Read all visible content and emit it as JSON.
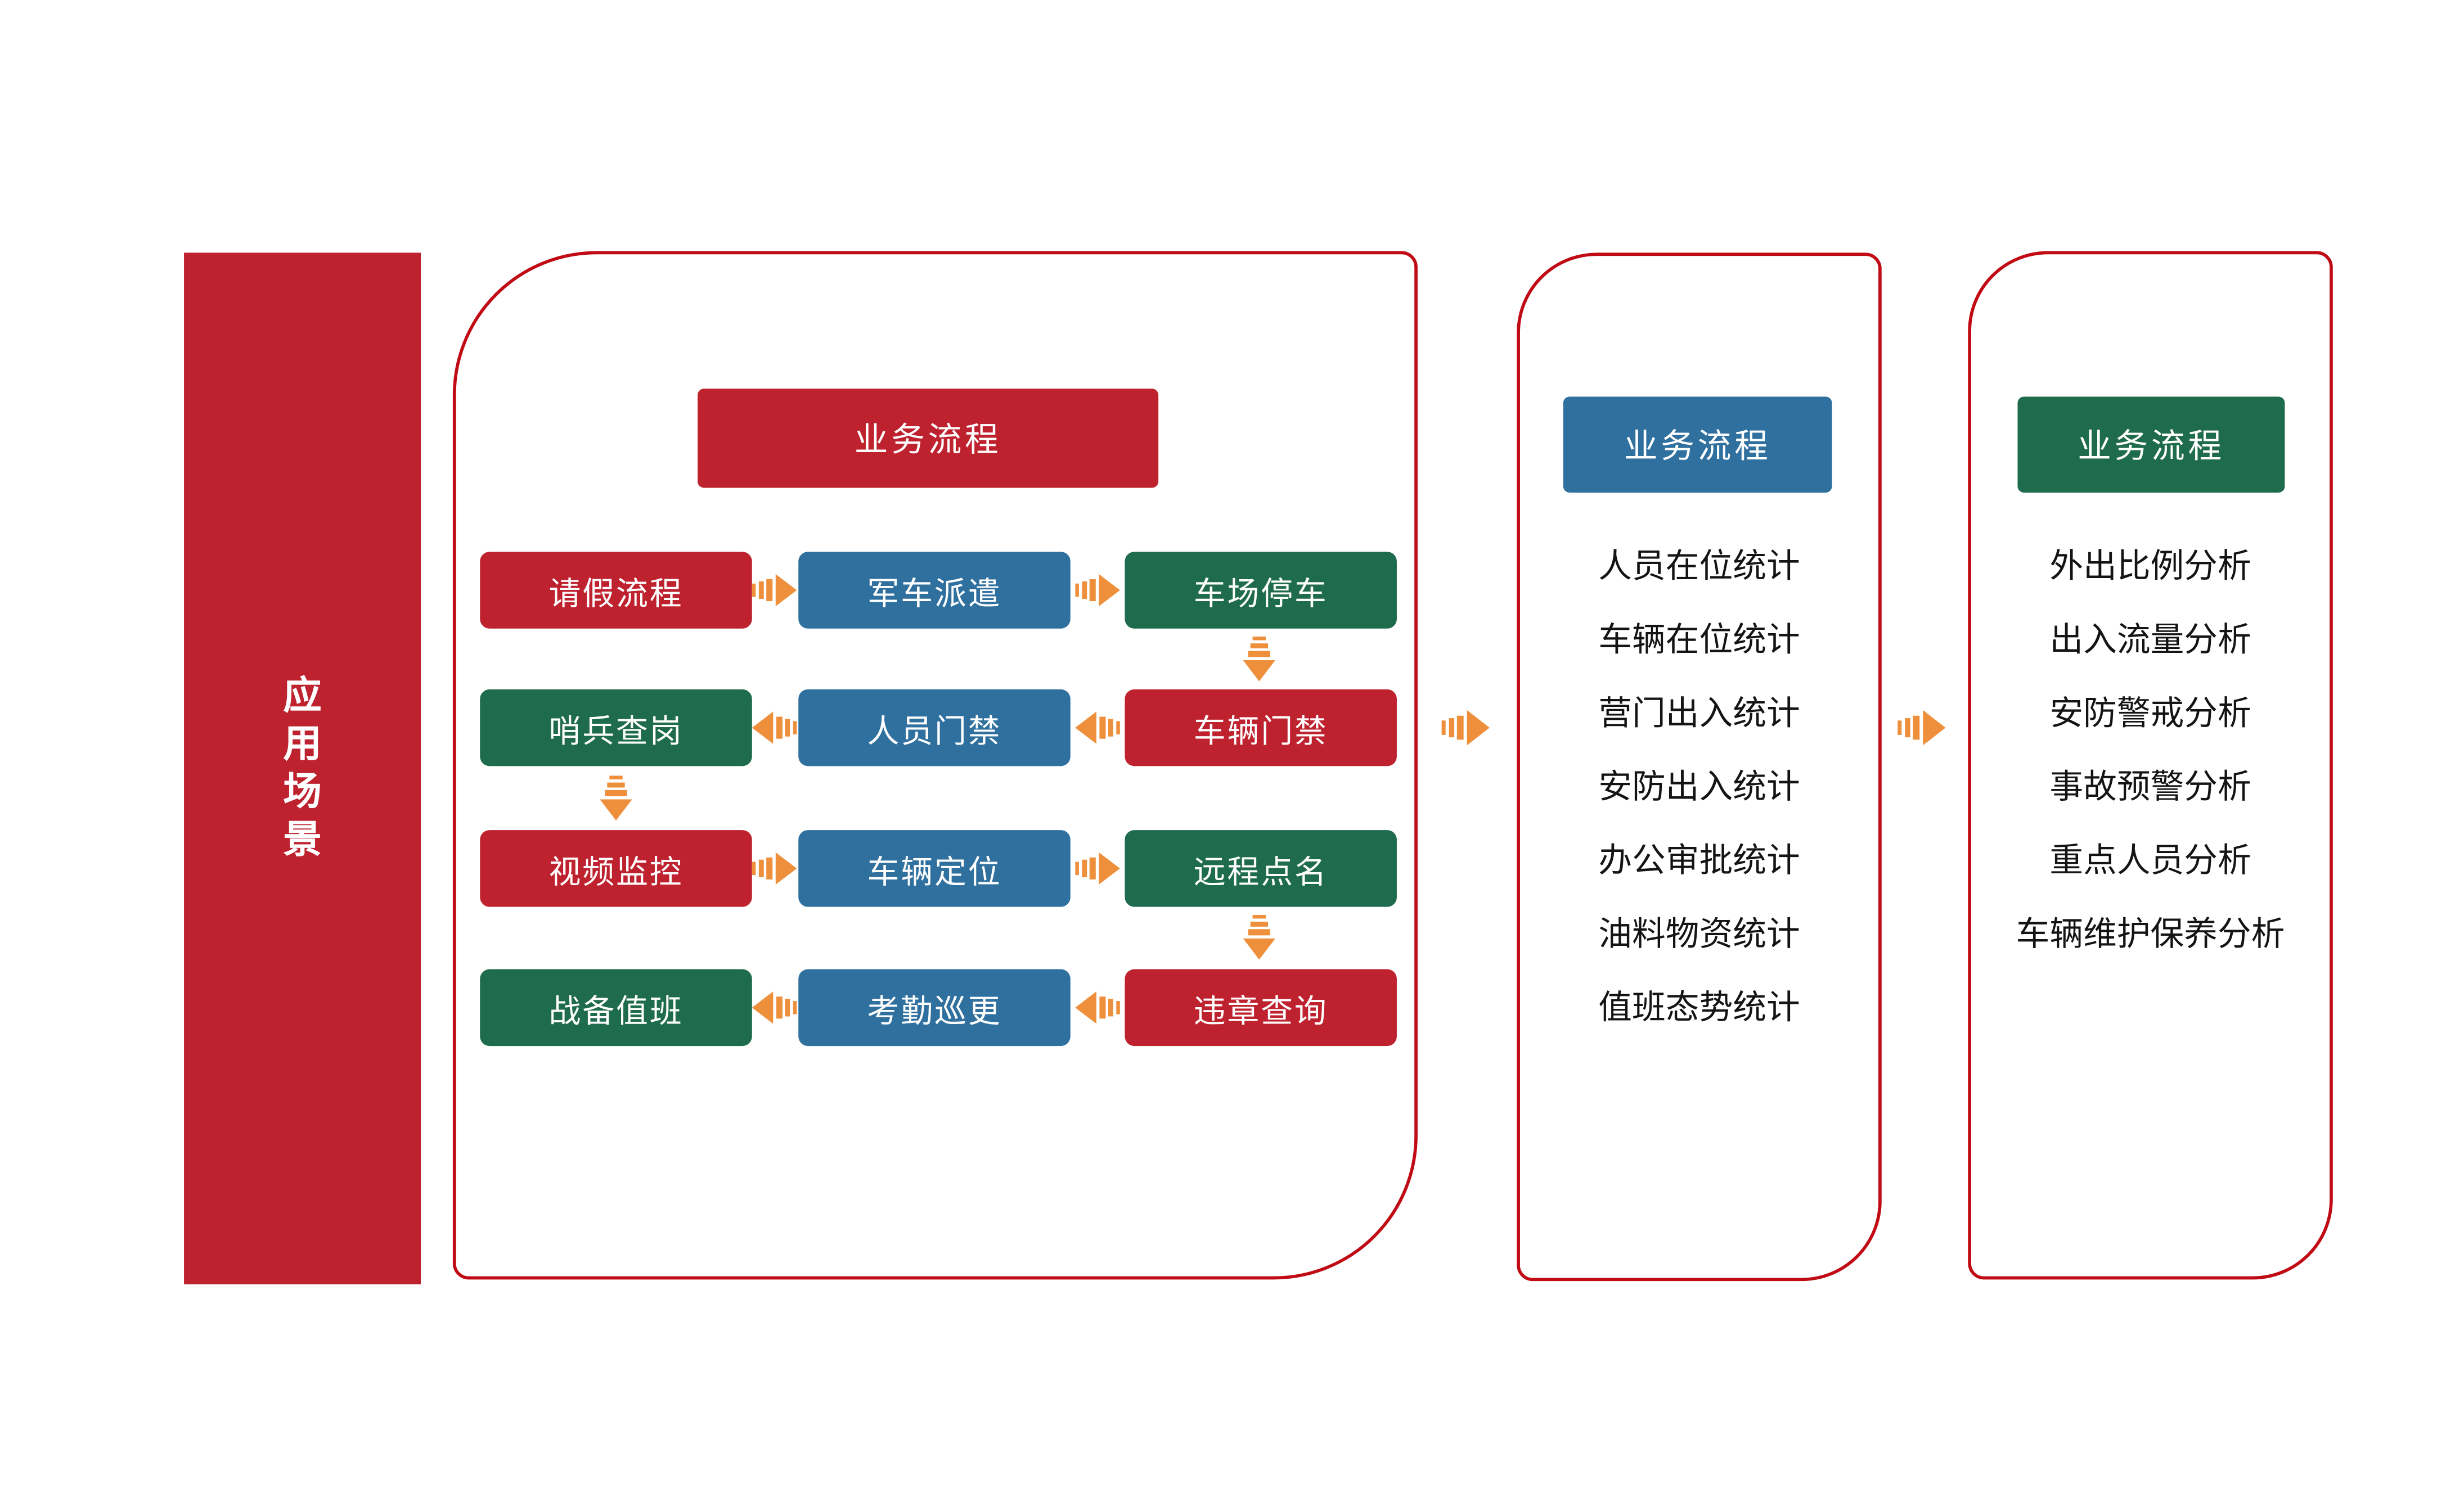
{
  "colors": {
    "red": "#be222f",
    "green": "#1f6b4d",
    "blue": "#2f709e",
    "orange": "#ee8f3b",
    "border_red": "#c00a14",
    "ink": "#141414",
    "white": "#ffffff"
  },
  "left_bar": {
    "chars": [
      "应",
      "用",
      "场",
      "景"
    ]
  },
  "flow_panel": {
    "header": {
      "label": "业务流程",
      "color": "#be222f"
    },
    "rows": [
      {
        "arrow_dir": "right",
        "cells": [
          {
            "label": "请假流程",
            "color": "red"
          },
          {
            "label": "军车派遣",
            "color": "blue"
          },
          {
            "label": "车场停车",
            "color": "green"
          }
        ]
      },
      {
        "arrow_dir": "left",
        "cells": [
          {
            "label": "哨兵查岗",
            "color": "green"
          },
          {
            "label": "人员门禁",
            "color": "blue"
          },
          {
            "label": "车辆门禁",
            "color": "red"
          }
        ]
      },
      {
        "arrow_dir": "right",
        "cells": [
          {
            "label": "视频监控",
            "color": "red"
          },
          {
            "label": "车辆定位",
            "color": "blue"
          },
          {
            "label": "远程点名",
            "color": "green"
          }
        ]
      },
      {
        "arrow_dir": "left",
        "cells": [
          {
            "label": "战备值班",
            "color": "green"
          },
          {
            "label": "考勤巡更",
            "color": "blue"
          },
          {
            "label": "违章查询",
            "color": "red"
          }
        ]
      }
    ],
    "down_arrows": [
      "车场停车→车辆门禁",
      "哨兵查岗→视频监控",
      "远程点名→违章查询"
    ]
  },
  "stats_panel": {
    "header": {
      "label": "业务流程",
      "color": "#2f709e"
    },
    "items": [
      "人员在位统计",
      "车辆在位统计",
      "营门出入统计",
      "安防出入统计",
      "办公审批统计",
      "油料物资统计",
      "值班态势统计"
    ]
  },
  "analysis_panel": {
    "header": {
      "label": "业务流程",
      "color": "#1f6b4d"
    },
    "items": [
      "外出比例分析",
      "出入流量分析",
      "安防警戒分析",
      "事故预警分析",
      "重点人员分析",
      "车辆维护保养分析"
    ]
  }
}
